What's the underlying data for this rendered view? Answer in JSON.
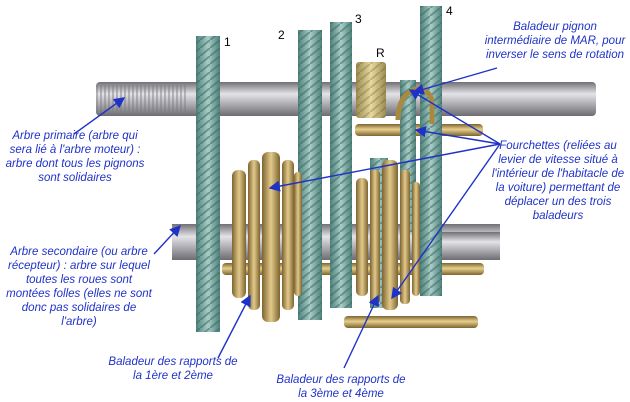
{
  "gear_numbers": {
    "g1": "1",
    "g2": "2",
    "g3": "3",
    "g4": "4",
    "reverse": "R"
  },
  "labels": {
    "reverse_slider": "Baladeur pignon intermédiaire de MAR, pour inverser le sens de rotation",
    "primary_shaft": "Arbre primaire (arbre qui sera lié à l'arbre moteur) : arbre dont tous les pignons sont solidaires",
    "forks": "Fourchettes (reliées au levier de vitesse situé à l'intérieur de l'habitacle de la voiture) permettant de déplacer un des trois baladeurs",
    "secondary_shaft": "Arbre secondaire (ou arbre récepteur) : arbre sur lequel toutes les roues sont montées folles (elles ne sont donc pas solidaires de l'arbre)",
    "slider_12": "Baladeur des rapports de la 1ère et 2ème",
    "slider_34": "Baladeur des rapports de la 3ème et 4ème"
  },
  "colors": {
    "annotation": "#1f32c8",
    "gear": "#6a9a94",
    "shaft": "#9b9ba0",
    "brass": "#b89a58"
  }
}
